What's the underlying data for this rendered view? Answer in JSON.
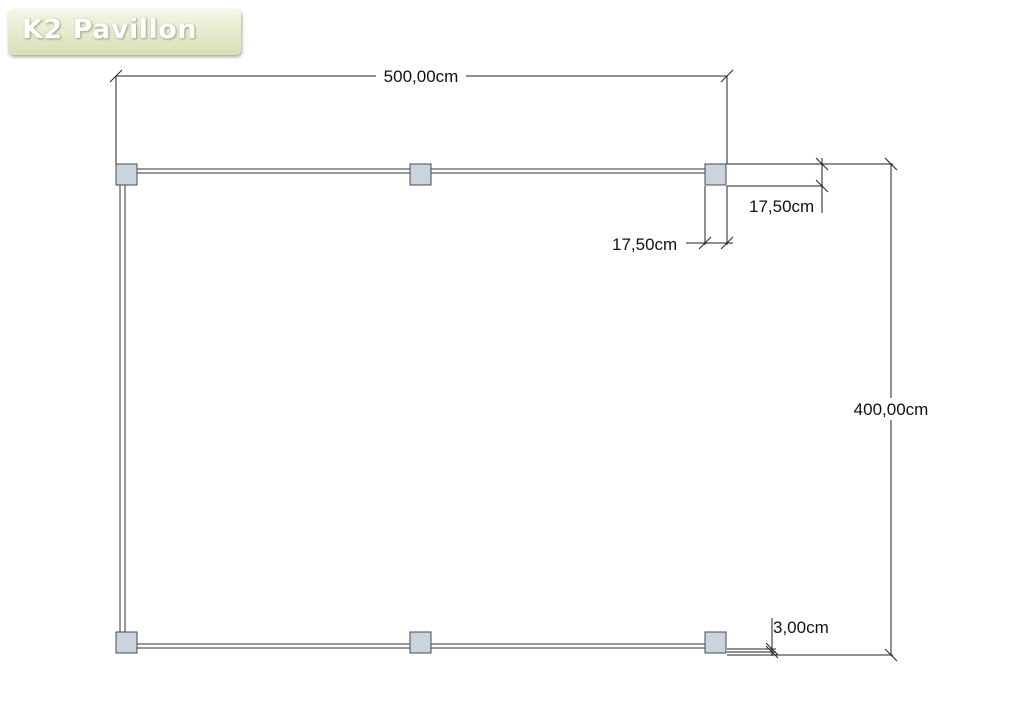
{
  "logo": {
    "text": "K2 Pavillon"
  },
  "dimensions": {
    "width": "500,00cm",
    "depth": "400,00cm",
    "post_width": "17,50cm",
    "post_depth": "17,50cm",
    "beam_offset": "3,00cm"
  },
  "colors": {
    "post_fill": "#c9d4de",
    "line": "#222222",
    "logo_bg": "#e5ebcc"
  }
}
